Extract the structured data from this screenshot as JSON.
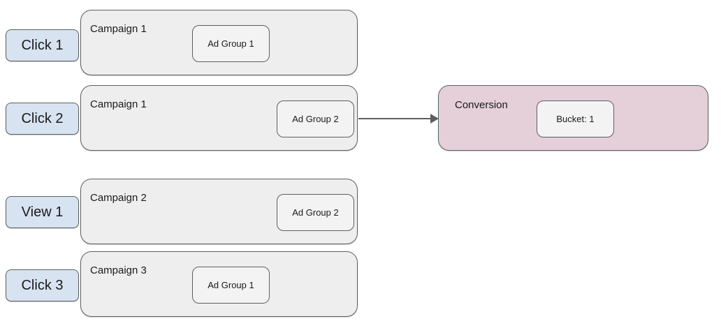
{
  "diagram": {
    "rows": [
      {
        "event": "Click 1",
        "campaign": "Campaign 1",
        "ad_group": "Ad Group 1",
        "ad_group_align": "center"
      },
      {
        "event": "Click 2",
        "campaign": "Campaign 1",
        "ad_group": "Ad Group 2",
        "ad_group_align": "right"
      },
      {
        "event": "View 1",
        "campaign": "Campaign 2",
        "ad_group": "Ad Group 2",
        "ad_group_align": "right"
      },
      {
        "event": "Click 3",
        "campaign": "Campaign 3",
        "ad_group": "Ad Group 1",
        "ad_group_align": "center"
      }
    ],
    "conversion": {
      "label": "Conversion",
      "bucket": "Bucket: 1"
    },
    "connector": {
      "icon": "arrow-right-icon",
      "from_row": 1,
      "to": "Conversion"
    },
    "colors": {
      "event_fill": "#d7e3f1",
      "box_fill": "#eeeeee",
      "inner_fill": "#f3f3f3",
      "conversion_fill": "#e5cfd9",
      "border": "#5b5f63",
      "arrow": "#5b5f63",
      "text": "#1a1a1a",
      "background": "#ffffff"
    }
  }
}
